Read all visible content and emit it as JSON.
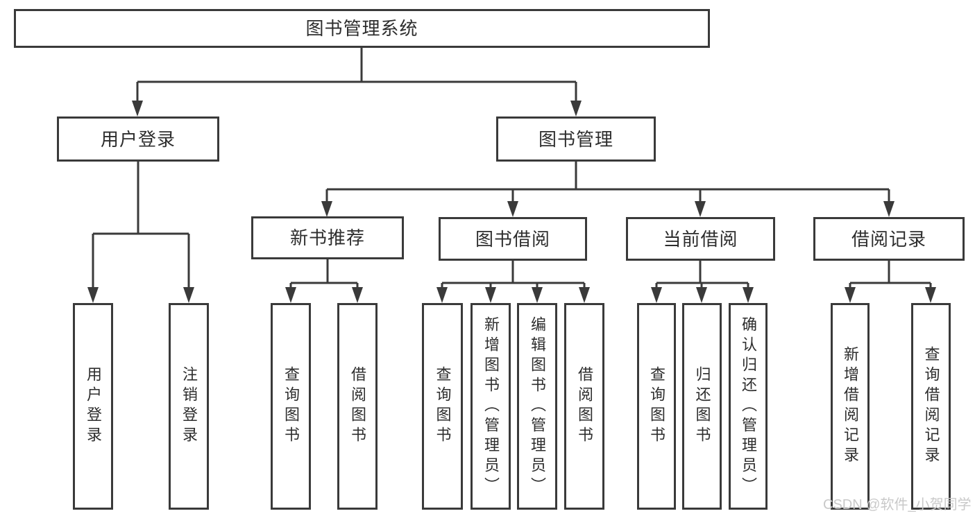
{
  "diagram": {
    "root": {
      "label": "图书管理系统"
    },
    "branches": [
      {
        "label": "用户登录",
        "children": [
          {
            "label": "用户登录"
          },
          {
            "label": "注销登录"
          }
        ]
      },
      {
        "label": "图书管理",
        "sections": [
          {
            "label": "新书推荐",
            "children": [
              {
                "label": "查询图书"
              },
              {
                "label": "借阅图书"
              }
            ]
          },
          {
            "label": "图书借阅",
            "children": [
              {
                "label": "查询图书"
              },
              {
                "label": "新增图书（管理员）"
              },
              {
                "label": "编辑图书（管理员）"
              },
              {
                "label": "借阅图书"
              }
            ]
          },
          {
            "label": "当前借阅",
            "children": [
              {
                "label": "查询图书"
              },
              {
                "label": "归还图书"
              },
              {
                "label": "确认归还（管理员）"
              }
            ]
          },
          {
            "label": "借阅记录",
            "children": [
              {
                "label": "新增借阅记录"
              },
              {
                "label": "查询借阅记录"
              }
            ]
          }
        ]
      }
    ]
  },
  "watermark": {
    "text": "CSDN @软件_小贺同学"
  },
  "colors": {
    "background": "#ffffff",
    "box_fill": "#ffffff",
    "box_border": "#3a3a3a",
    "line": "#3a3a3a",
    "text": "#2d2d2d",
    "watermark": "#c9c9c9"
  }
}
